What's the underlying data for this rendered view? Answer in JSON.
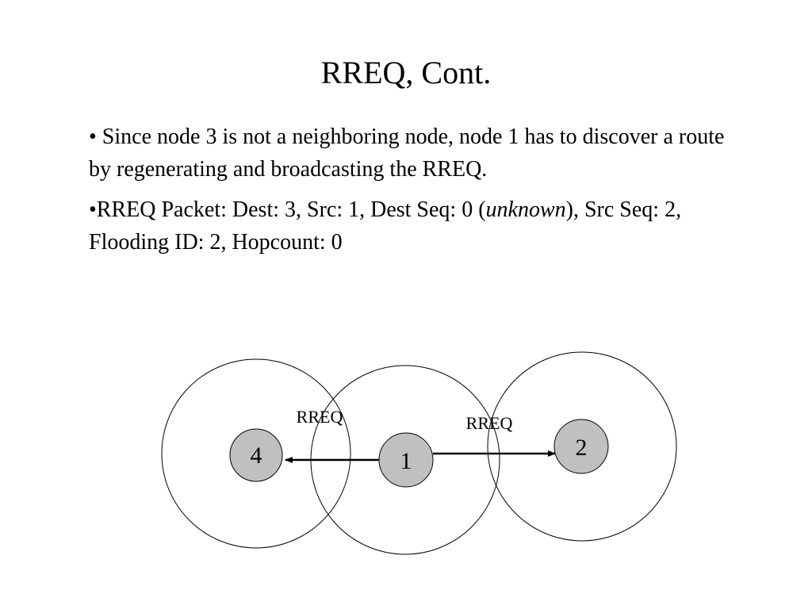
{
  "slide": {
    "title": "RREQ, Cont.",
    "bullets": [
      {
        "text_before": "• Since node 3 is not a neighboring node, node 1 has to discover a route by regenerating and broadcasting the RREQ.",
        "emphasis": "",
        "text_after": ""
      },
      {
        "text_before": "•RREQ Packet: Dest: 3, Src: 1, Dest Seq: 0 (",
        "emphasis": "unknown",
        "text_after": "), Src Seq: 2, Flooding ID: 2, Hopcount: 0"
      }
    ]
  },
  "diagram": {
    "node_fill": "#c0c0c0",
    "nodes": [
      {
        "id": "4",
        "label": "4"
      },
      {
        "id": "1",
        "label": "1"
      },
      {
        "id": "2",
        "label": "2"
      }
    ],
    "edges": [
      {
        "from": "1",
        "to": "4",
        "label": "RREQ"
      },
      {
        "from": "1",
        "to": "2",
        "label": "RREQ"
      }
    ]
  }
}
